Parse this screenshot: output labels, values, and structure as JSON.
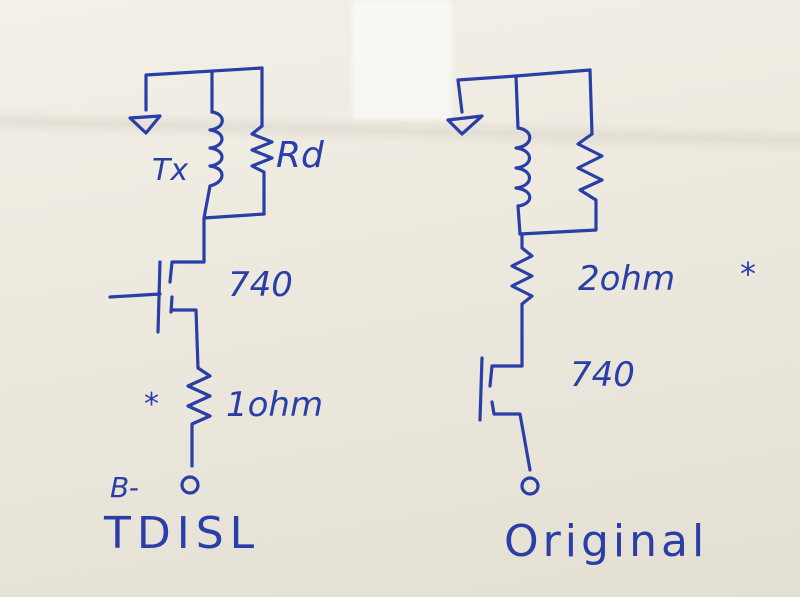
{
  "left_circuit": {
    "tx_label": "Tx",
    "rd_label": "Rd",
    "fet_label": "740",
    "resistor_mark": "*",
    "resistor_label": "1ohm",
    "terminal_label": "B-",
    "title": "TDISL"
  },
  "right_circuit": {
    "resistor_label": "2ohm",
    "resistor_mark": "*",
    "fet_label": "740",
    "title": "Original"
  },
  "ink_color": "#2a3ea8"
}
